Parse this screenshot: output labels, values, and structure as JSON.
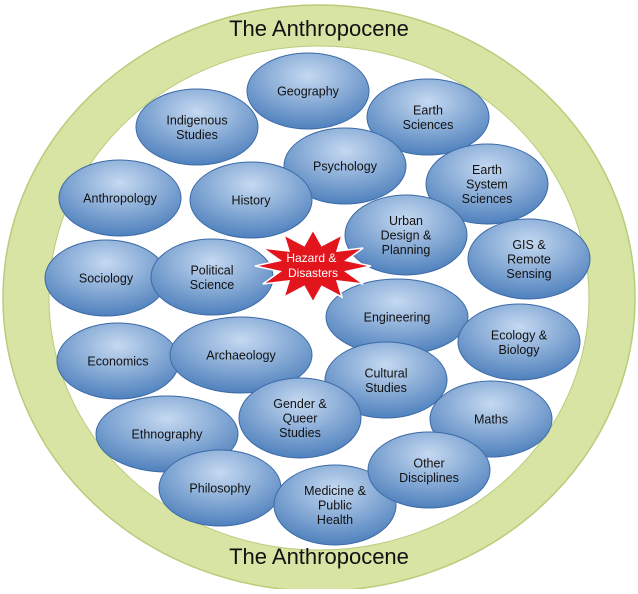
{
  "titles": {
    "top": "The Anthropocene",
    "bottom": "The Anthropocene"
  },
  "colors": {
    "outer_ring": "#d7e4a4",
    "outer_ring_stroke": "#b9cc7a",
    "inner_circle": "#ffffff",
    "bubble_light": "#c5d9f1",
    "bubble_dark": "#4f81bd",
    "bubble_stroke": "#3c6aa7",
    "hazard_fill": "#e2141c"
  },
  "center": {
    "label": [
      "Hazard &",
      "Disasters"
    ]
  },
  "disciplines": [
    {
      "id": "geography",
      "lines": [
        "Geography"
      ]
    },
    {
      "id": "indigenous-studies",
      "lines": [
        "Indigenous",
        "Studies"
      ]
    },
    {
      "id": "earth-sciences",
      "lines": [
        "Earth",
        "Sciences"
      ]
    },
    {
      "id": "psychology",
      "lines": [
        "Psychology"
      ]
    },
    {
      "id": "anthropology",
      "lines": [
        "Anthropology"
      ]
    },
    {
      "id": "history",
      "lines": [
        "History"
      ]
    },
    {
      "id": "earth-system-sciences",
      "lines": [
        "Earth",
        "System",
        "Sciences"
      ]
    },
    {
      "id": "urban-design-planning",
      "lines": [
        "Urban",
        "Design &",
        "Planning"
      ]
    },
    {
      "id": "gis-remote-sensing",
      "lines": [
        "GIS &",
        "Remote",
        "Sensing"
      ]
    },
    {
      "id": "sociology",
      "lines": [
        "Sociology"
      ]
    },
    {
      "id": "political-science",
      "lines": [
        "Political",
        "Science"
      ]
    },
    {
      "id": "engineering",
      "lines": [
        "Engineering"
      ]
    },
    {
      "id": "ecology-biology",
      "lines": [
        "Ecology &",
        "Biology"
      ]
    },
    {
      "id": "economics",
      "lines": [
        "Economics"
      ]
    },
    {
      "id": "archaeology",
      "lines": [
        "Archaeology"
      ]
    },
    {
      "id": "cultural-studies",
      "lines": [
        "Cultural",
        "Studies"
      ]
    },
    {
      "id": "maths",
      "lines": [
        "Maths"
      ]
    },
    {
      "id": "ethnography",
      "lines": [
        "Ethnography"
      ]
    },
    {
      "id": "gender-queer-studies",
      "lines": [
        "Gender &",
        "Queer",
        "Studies"
      ]
    },
    {
      "id": "philosophy",
      "lines": [
        "Philosophy"
      ]
    },
    {
      "id": "medicine-public-health",
      "lines": [
        "Medicine &",
        "Public",
        "Health"
      ]
    },
    {
      "id": "other-disciplines",
      "lines": [
        "Other",
        "Disciplines"
      ]
    }
  ]
}
